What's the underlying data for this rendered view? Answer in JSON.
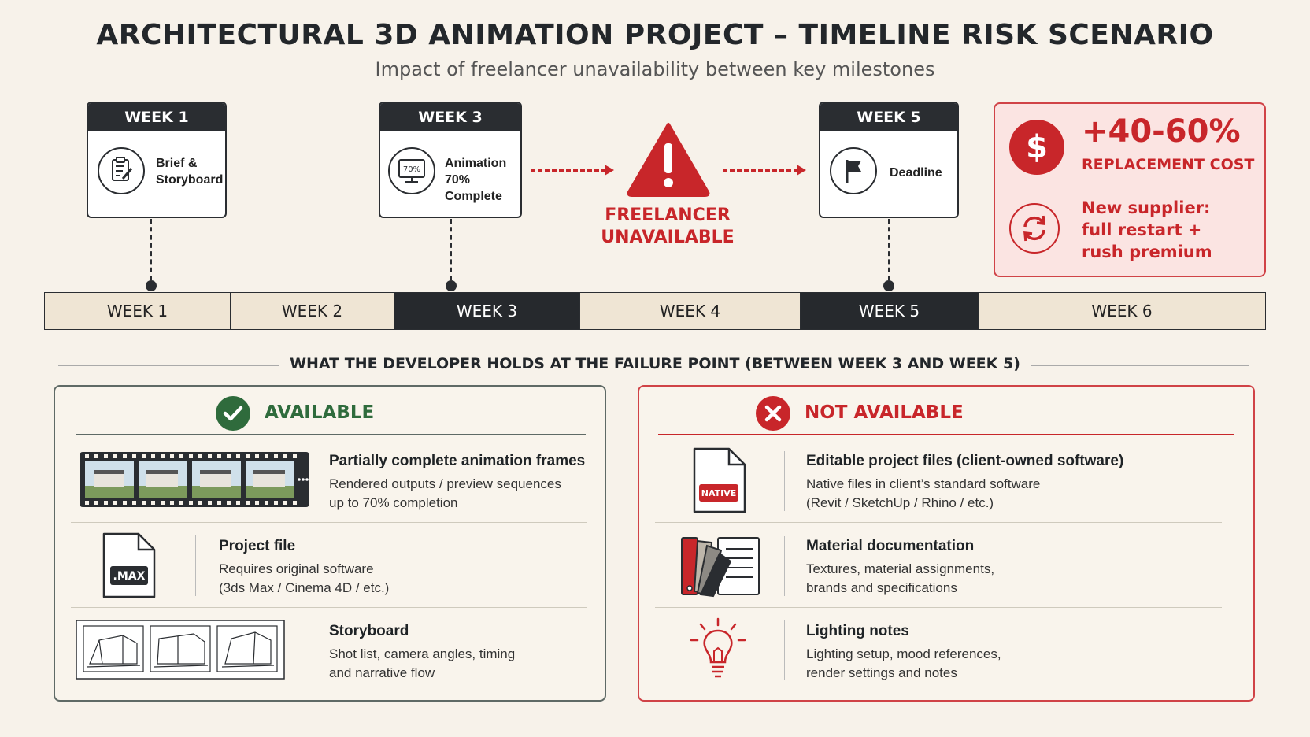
{
  "header": {
    "title": "ARCHITECTURAL 3D ANIMATION PROJECT – TIMELINE RISK SCENARIO",
    "subtitle": "Impact of freelancer unavailability between key milestones"
  },
  "milestones": [
    {
      "head": "WEEK 1",
      "line1": "Brief &",
      "line2": "Storyboard",
      "icon": "clipboard-icon"
    },
    {
      "head": "WEEK 3",
      "line1": "Animation",
      "line2": "70% Complete",
      "icon": "monitor-icon",
      "monitor_text": "70%"
    },
    {
      "head": "WEEK 5",
      "line1": "Deadline",
      "line2": "",
      "icon": "flag-icon"
    }
  ],
  "alert": {
    "line1": "FREELANCER",
    "line2": "UNAVAILABLE",
    "icon": "warning-icon"
  },
  "timeline": [
    "WEEK 1",
    "WEEK 2",
    "WEEK 3",
    "WEEK 4",
    "WEEK 5",
    "WEEK 6"
  ],
  "cost_box": {
    "percent": "+40-60%",
    "percent_label": "REPLACEMENT COST",
    "dollar": "$",
    "supplier_line1": "New supplier:",
    "supplier_line2": "full restart +",
    "supplier_line3": "rush premium",
    "icons": [
      "dollar-icon",
      "refresh-icon"
    ]
  },
  "section_heading": "WHAT THE DEVELOPER HOLDS AT THE FAILURE POINT (BETWEEN WEEK 3 AND WEEK 5)",
  "available": {
    "heading": "AVAILABLE",
    "items": [
      {
        "title": "Partially complete animation frames",
        "desc1": "Rendered outputs / preview sequences",
        "desc2": "up to 70% completion",
        "icon": "filmstrip-icon"
      },
      {
        "title": "Project file",
        "desc1": "Requires original software",
        "desc2": "(3ds Max / Cinema 4D / etc.)",
        "icon": "file-icon",
        "file_tag": ".MAX"
      },
      {
        "title": "Storyboard",
        "desc1": "Shot list, camera angles, timing",
        "desc2": "and narrative flow",
        "icon": "storyboard-icon"
      }
    ]
  },
  "not_available": {
    "heading": "NOT AVAILABLE",
    "items": [
      {
        "title": "Editable project files (client-owned software)",
        "desc1": "Native files in client’s standard software",
        "desc2": "(Revit / SketchUp / Rhino / etc.)",
        "icon": "file-icon",
        "file_tag": "NATIVE"
      },
      {
        "title": "Material documentation",
        "desc1": "Textures, material assignments,",
        "desc2": "brands and specifications",
        "icon": "swatch-book-icon"
      },
      {
        "title": "Lighting notes",
        "desc1": "Lighting setup, mood references,",
        "desc2": "render settings and notes",
        "icon": "lightbulb-icon"
      }
    ]
  },
  "colors": {
    "accent_red": "#c8262a",
    "accent_green": "#2f6b3c",
    "dark": "#2a2d31",
    "background": "#f7f2ea"
  }
}
